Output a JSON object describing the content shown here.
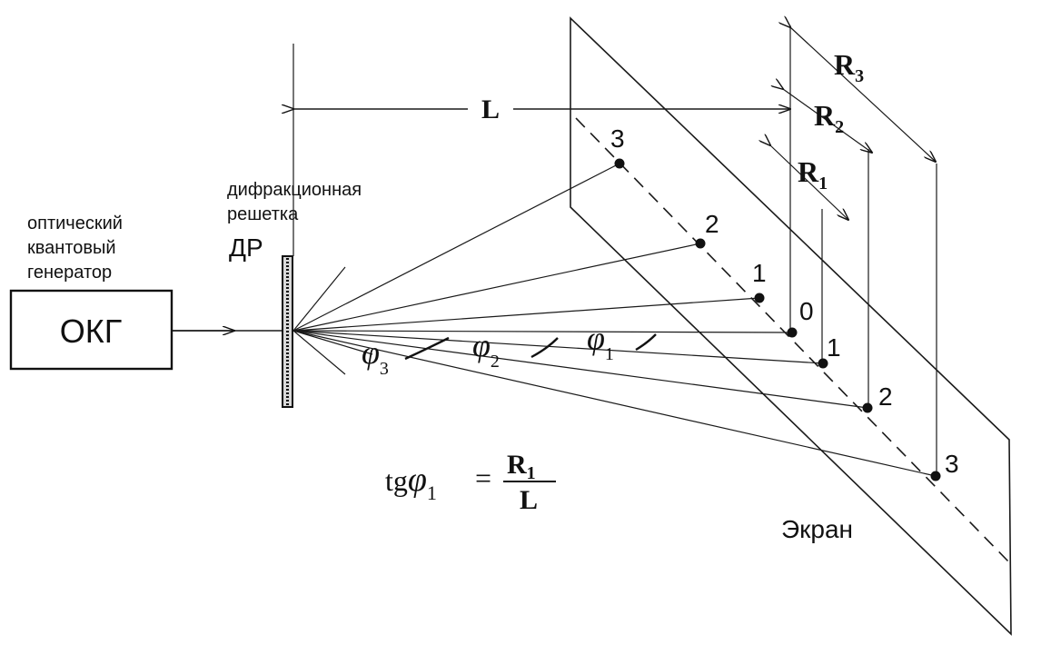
{
  "labels": {
    "laser_box": "ОКГ",
    "laser_caption_1": "оптический",
    "laser_caption_2": "квантовый",
    "laser_caption_3": "генератор",
    "grating_caption_1": "дифракционная",
    "grating_caption_2": "решетка",
    "grating_abbr": "ДР",
    "screen": "Экран",
    "distance": "L"
  },
  "radii": [
    {
      "sym": "R",
      "sub": "1"
    },
    {
      "sym": "R",
      "sub": "2"
    },
    {
      "sym": "R",
      "sub": "3"
    }
  ],
  "orders": {
    "center": "0",
    "upper": [
      "1",
      "2",
      "3"
    ],
    "lower": [
      "1",
      "2",
      "3"
    ]
  },
  "angles": [
    {
      "sym": "φ",
      "sub": "3"
    },
    {
      "sym": "φ",
      "sub": "2"
    },
    {
      "sym": "φ",
      "sub": "1"
    }
  ],
  "formula": {
    "func": "tg",
    "sym": "φ",
    "sub": "1",
    "eq": "=",
    "num": "R",
    "num_sub": "1",
    "den": "L"
  }
}
